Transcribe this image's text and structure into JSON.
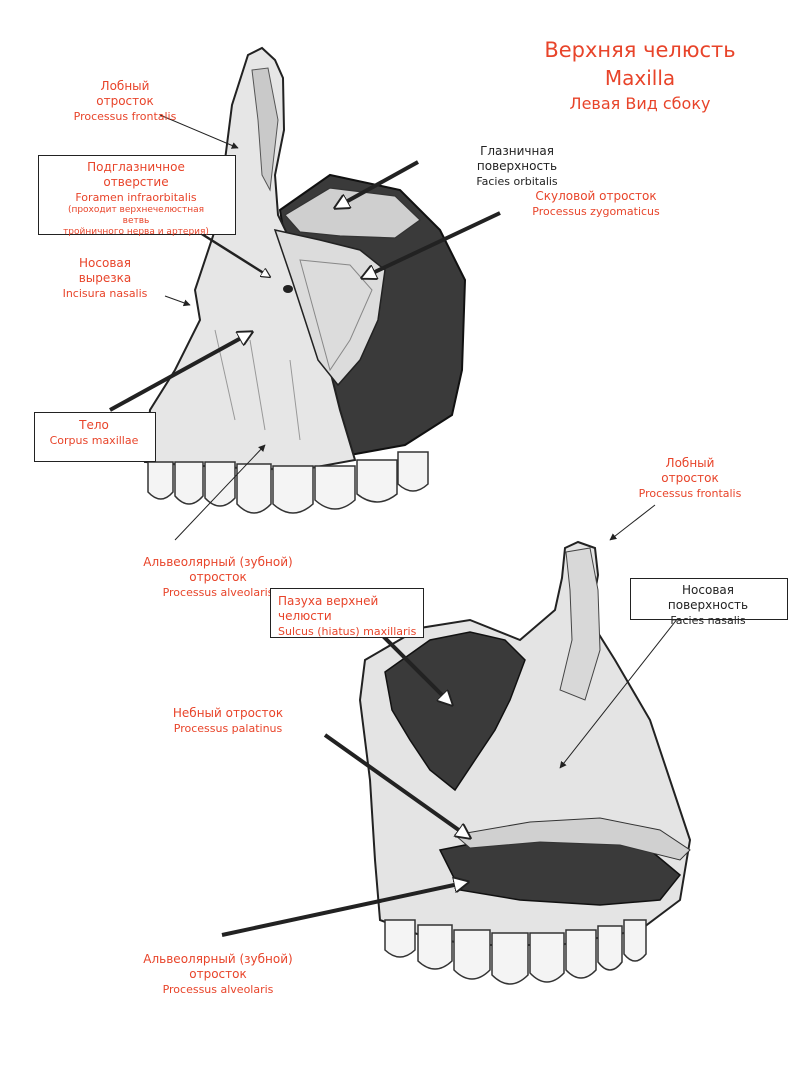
{
  "title": {
    "line1": "Верхняя челюсть",
    "line2": "Maxilla",
    "line3": "Левая  Вид сбоку"
  },
  "labels": {
    "frontal_top": {
      "l1": "Лобный",
      "l2": "отросток",
      "lat": "Processus frontalis"
    },
    "infraorbital": {
      "l1": "Подглазничное",
      "l2": "отверстие",
      "lat": "Foramen infraorbitalis",
      "n1": "(проходит верхнечелюстная",
      "n2": "ветвь",
      "n3": "тройничного нерва и артерия)"
    },
    "nasal_notch": {
      "l1": "Носовая",
      "l2": "вырезка",
      "lat": "Incisura nasalis"
    },
    "orbital_surface": {
      "l1": "Глазничная",
      "l2": "поверхность",
      "lat": "Facies orbitalis"
    },
    "zygomatic": {
      "l1": "Скуловой отросток",
      "lat": "Processus zygomaticus"
    },
    "body": {
      "l1": "Тело",
      "lat": "Corpus maxillae"
    },
    "alveolar_top": {
      "l1": "Альвеолярный (зубной)",
      "l2": "отросток",
      "lat": "Processus alveolaris"
    },
    "frontal_right": {
      "l1": "Лобный",
      "l2": "отросток",
      "lat": "Processus frontalis"
    },
    "sinus": {
      "l1": "Пазуха верхней",
      "l2": "челюсти",
      "lat": "Sulcus (hiatus) maxillaris"
    },
    "nasal_surface": {
      "l1": "Носовая",
      "l2": "поверхность",
      "lat": "Facies nasalis"
    },
    "palatine": {
      "l1": "Небный отросток",
      "lat": "Processus palatinus"
    },
    "alveolar_bottom": {
      "l1": "Альвеолярный (зубной)",
      "l2": "отросток",
      "lat": "Processus alveolaris"
    }
  },
  "colors": {
    "accent": "#e8442a",
    "ink": "#222222"
  }
}
